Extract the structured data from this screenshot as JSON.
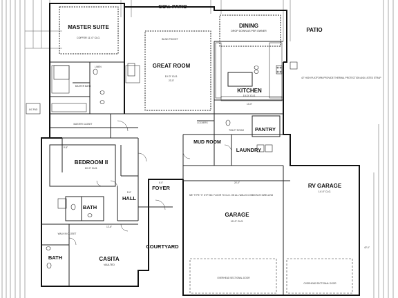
{
  "rooms": {
    "cov_patio": "COV. PATIO",
    "master_suite": "MASTER SUITE",
    "master_suite_clg": "COFFER 11'-0\" CLG.",
    "dining": "DINING",
    "dining_note": "DROP DOWN AS PER OWNER",
    "patio": "PATIO",
    "great_room": "GREAT ROOM",
    "great_room_clg": "10'-0\" CLG.",
    "kitchen": "KITCHEN",
    "kitchen_clg": "10'-0\" CLG.",
    "master_bath": "MASTER BATH",
    "master_closet": "MASTER CLOSET",
    "ac_pad": "A/C PAD",
    "bedroom_ii": "BEDROOM II",
    "bedroom_ii_clg": "10'-0\" CLG.",
    "mud_room": "MUD ROOM",
    "laundry": "LAUNDRY",
    "pantry": "PANTRY",
    "hall": "HALL",
    "foyer": "FOYER",
    "rv_garage": "RV GARAGE",
    "rv_garage_clg": "14'-0\" CLG.",
    "garage": "GARAGE",
    "garage_clg": "10'-0\" CLG.",
    "bath_upper": "BATH",
    "courtyard": "COURTYARD",
    "casita": "CASITA",
    "casita_clg": "VAULTED",
    "bath_lower": "BATH",
    "toilet_room": "TOILET ROOM",
    "walk_in_closet": "WALK IN CLOSET",
    "lockers": "LOCKERS",
    "linen": "LINEN"
  },
  "notes": {
    "garage_door_left": "OVERHEAD SECTIONAL DOOR",
    "garage_door_right": "OVERHEAD SECTIONAL DOOR",
    "blind_pocket": "BLIND POCKET",
    "water_heater_note": "42\" HIGH PLATFORM PROVIDE THERMAL PROTECTION AND LISTED STRAP",
    "firewall_note": "5/8\" TYPE \"X\" GYP. BD. FLOOR TO CLG. ON ALL WALLS COMMON W/ DWELLING"
  },
  "dimensions": {
    "great_room_width": "23'-5\"",
    "kitchen_width": "13'-0\"",
    "bedroom_width": "9'-8\"",
    "rv_depth": "42'-0\"",
    "garage_width": "24'-0\"",
    "hall_width": "5'-0\"",
    "foyer_width": "6'-0\"",
    "casita_width": "12'-6\""
  }
}
